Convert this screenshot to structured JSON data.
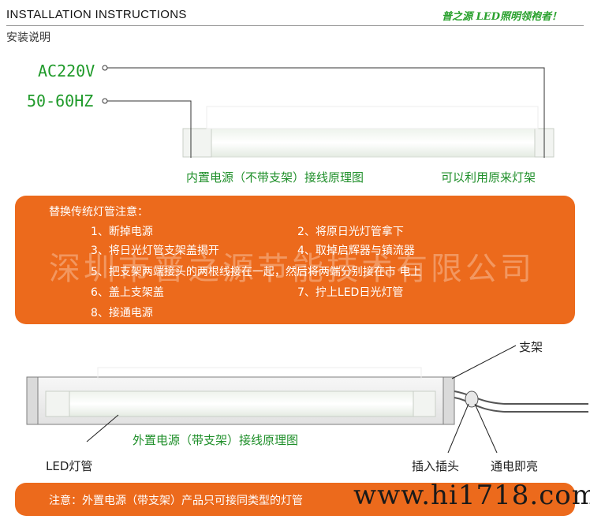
{
  "header": {
    "title_en": "INSTALLATION INSTRUCTIONS",
    "title_cn": "安装说明",
    "slogan": "普之源 LED照明领袍者！"
  },
  "diagram1": {
    "voltage": "AC220V",
    "frequency": "50-60HZ",
    "caption_left": "内置电源（不带支架）接线原理图",
    "caption_right": "可以利用原来灯架"
  },
  "notice": {
    "heading": "替换传统灯管注意：",
    "steps": [
      "1、断掉电源",
      "2、将原日光灯管拿下",
      "3、将日光灯管支架盖揭开",
      "4、取掉启辉器与镇流器",
      "5、把支架两端接头的两根线接在一起，然后将两端分别接在市 电上",
      "6、盖上支架盖",
      "7、拧上LED日光灯管",
      "8、接通电源"
    ]
  },
  "watermark": "深圳市普之源节能技术有限公司",
  "diagram2": {
    "bracket_label": "支架",
    "caption": "外置电源（带支架）接线原理图",
    "tube_label": "LED灯管",
    "plug_label": "插入插头",
    "power_label": "通电即亮"
  },
  "footer": {
    "note": "注意：外置电源（带支架）产品只可接同类型的灯管",
    "site_watermark": "www.hi1718.com"
  },
  "colors": {
    "accent_orange": "#ec6a1c",
    "label_green": "#1f9a2a"
  }
}
